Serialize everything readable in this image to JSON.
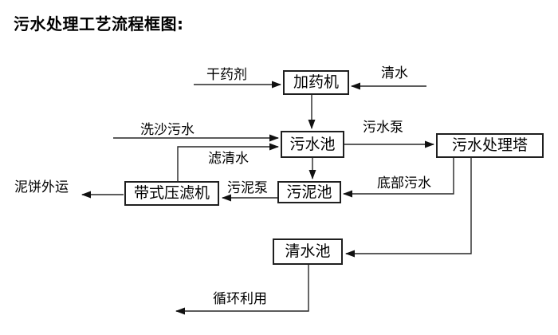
{
  "title": "污水处理工艺流程框图:",
  "colors": {
    "background": "#ffffff",
    "line": "#262626",
    "box_border": "#1f1f1f",
    "text": "#000000"
  },
  "diagram": {
    "nodes": [
      {
        "id": "dosing-machine",
        "label": "加药机"
      },
      {
        "id": "sewage-pool",
        "label": "污水池"
      },
      {
        "id": "treatment-tower",
        "label": "污水处理塔"
      },
      {
        "id": "sludge-pool",
        "label": "污泥池"
      },
      {
        "id": "belt-filter-press",
        "label": "带式压滤机"
      },
      {
        "id": "clear-water-pool",
        "label": "清水池"
      }
    ],
    "edge_labels": [
      {
        "id": "dry-chemical",
        "label": "干药剂"
      },
      {
        "id": "clear-water-in",
        "label": "清水"
      },
      {
        "id": "sand-washing-sewage",
        "label": "洗沙污水"
      },
      {
        "id": "sewage-pump",
        "label": "污水泵"
      },
      {
        "id": "filtered-water",
        "label": "滤清水"
      },
      {
        "id": "sludge-pump",
        "label": "污泥泵"
      },
      {
        "id": "bottom-sewage",
        "label": "底部污水"
      },
      {
        "id": "mud-cake-out",
        "label": "泥饼外运"
      },
      {
        "id": "recycle-reuse",
        "label": "循环利用"
      }
    ]
  }
}
